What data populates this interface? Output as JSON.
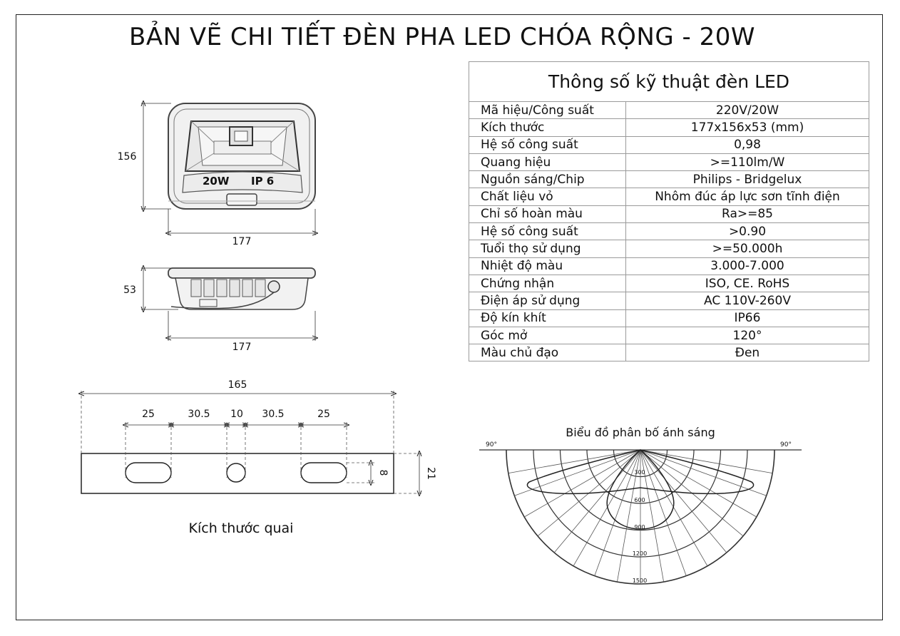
{
  "title": "BẢN VẼ CHI TIẾT ĐÈN PHA LED CHÓA RỘNG - 20W",
  "spec_table": {
    "heading": "Thông số kỹ thuật đèn LED",
    "rows": [
      {
        "key": "Mã hiệu/Công suất",
        "value": "220V/20W"
      },
      {
        "key": "Kích thước",
        "value": "177x156x53 (mm)"
      },
      {
        "key": "Hệ số công suất",
        "value": "0,98"
      },
      {
        "key": "Quang hiệu",
        "value": ">=110lm/W"
      },
      {
        "key": "Nguồn sáng/Chip",
        "value": "Philips - Bridgelux"
      },
      {
        "key": "Chất liệu vỏ",
        "value": "Nhôm đúc áp lực sơn tĩnh điện"
      },
      {
        "key": "Chỉ số hoàn màu",
        "value": "Ra>=85"
      },
      {
        "key": "Hệ số công suất",
        "value": ">0.90"
      },
      {
        "key": "Tuổi thọ sử dụng",
        "value": ">=50.000h"
      },
      {
        "key": "Nhiệt độ màu",
        "value": "3.000-7.000"
      },
      {
        "key": "Chứng nhận",
        "value": "ISO, CE. RoHS"
      },
      {
        "key": "Điện áp sử dụng",
        "value": "AC 110V-260V"
      },
      {
        "key": "Độ kín khít",
        "value": "IP66"
      },
      {
        "key": "Góc mở",
        "value": "120°"
      },
      {
        "key": "Màu chủ đạo",
        "value": "Đen"
      }
    ]
  },
  "front_view": {
    "height_label": "156",
    "width_label": "177",
    "badge_power": "20W",
    "badge_ip": "IP 6"
  },
  "side_view": {
    "height_label": "53",
    "width_label": "177"
  },
  "bracket": {
    "caption": "Kích thước quai",
    "total_width": "165",
    "segments": [
      "25",
      "30.5",
      "10",
      "30.5",
      "25"
    ],
    "slot_height": "8",
    "height": "21"
  },
  "polar": {
    "title": "Biểu đồ phân bố ánh sáng",
    "left_angle": "90°",
    "right_angle": "90°",
    "ring_labels": [
      "300",
      "600",
      "900",
      "1200",
      "1500"
    ]
  }
}
